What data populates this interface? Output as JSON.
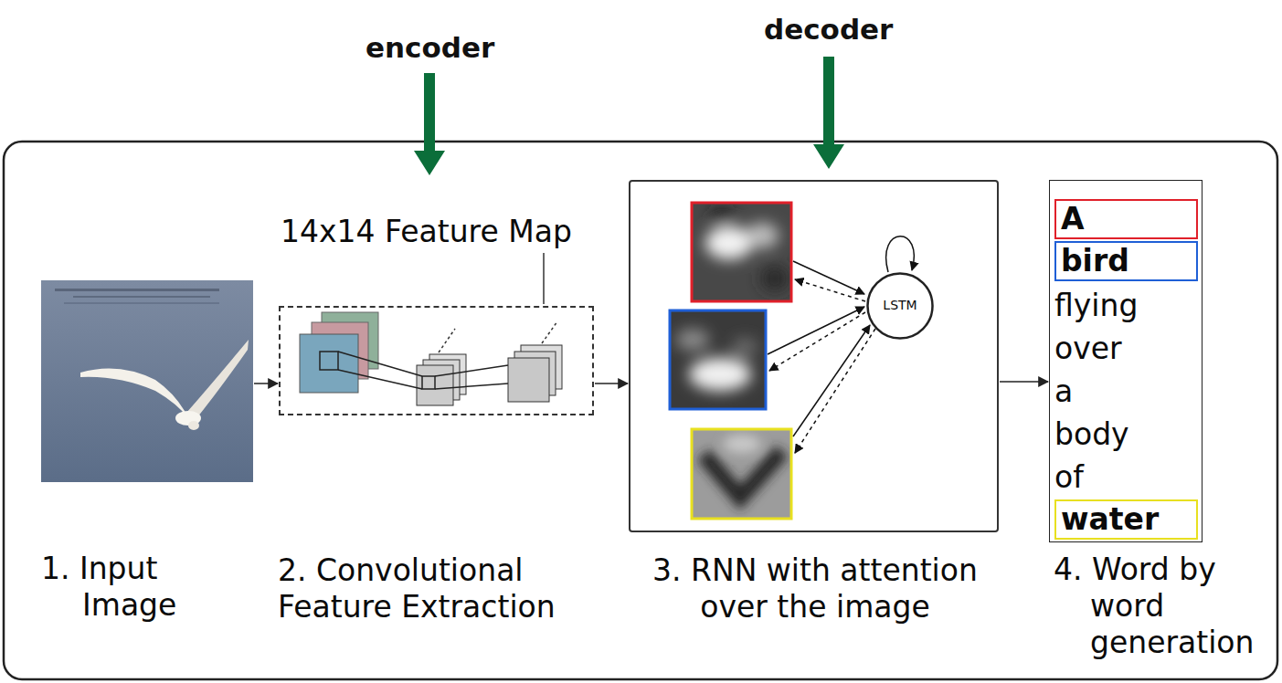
{
  "diagram": {
    "nodes": [
      {
        "text": [
          "1. Input Image"
        ]
      },
      {
        "text": [
          "14x14 Feature Map",
          "2. Convolutional Feature Extraction"
        ]
      },
      {
        "text": [
          "3. RNN with attention over the image"
        ]
      },
      {
        "text": [
          "LSTM"
        ],
        "in": 2
      },
      {
        "text": [
          "flying",
          "over",
          "a",
          "body",
          "of",
          "4. Word by word generation"
        ]
      },
      {
        "text": [
          "A"
        ],
        "in": 4
      },
      {
        "text": [
          "bird"
        ],
        "in": 4
      },
      {
        "text": [
          "water"
        ],
        "in": 4
      }
    ],
    "edges": [
      {
        "from": 0,
        "to": 1,
        "arrow": "to"
      },
      {
        "from": 1,
        "to": 2,
        "arrow": "to"
      },
      {
        "from": 2,
        "to": 4,
        "arrow": "to"
      }
    ],
    "labels": [
      "encoder",
      "decoder"
    ]
  }
}
